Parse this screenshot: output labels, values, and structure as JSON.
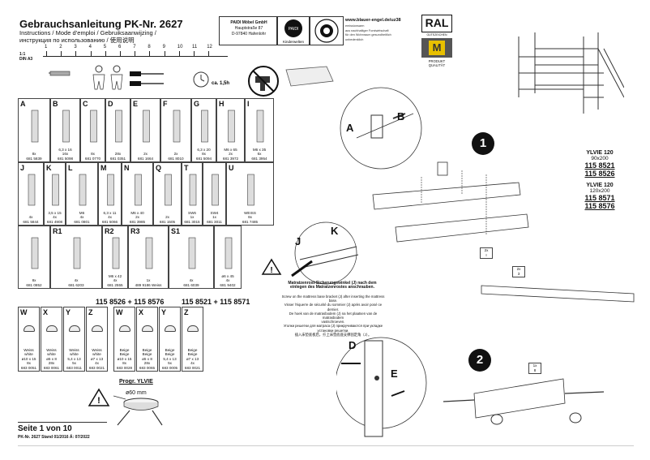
{
  "header": {
    "title": "Gebrauchsanleitung PK-Nr. 2627",
    "subtitle_lines": [
      "Instructions / Mode d’emploi / Gebruiksaanwijzing /",
      "инструкция по использованию / 使用说明"
    ],
    "company_lines": [
      "PAIDI Möbel GmbH",
      "Hauptstraße 87",
      "D-97840 Hafenlohr"
    ],
    "brand_logo": "PAIDI",
    "brand_sub": "Kinderwelten",
    "blue_angel_url": "www.blauer-engel.de/uz38",
    "blue_angel_points": [
      "emissionsarm",
      "aus nachhaltiger Forstwirtschaft",
      "für den Wohnraum gesundheitlich",
      "unbedenklich"
    ],
    "ral_label": "RAL",
    "ral_sub": "GÜTEZEICHEN",
    "ral_quality": [
      "PRODUKT",
      "QUALITÄT"
    ]
  },
  "scale": {
    "ratio": "1:1",
    "format": "DIN A3",
    "cm": [
      "1",
      "2",
      "3",
      "4",
      "5",
      "6",
      "7",
      "8",
      "9",
      "10",
      "11",
      "12"
    ]
  },
  "time_label": "ca. 1,5h",
  "parts_row1": [
    {
      "letter": "A",
      "lines": [
        "8x",
        "681 5839"
      ]
    },
    {
      "letter": "B",
      "lines": [
        "6,3 x 16",
        "16x",
        "681 5098"
      ]
    },
    {
      "letter": "C",
      "lines": [
        "8x",
        "681 0770"
      ]
    },
    {
      "letter": "D",
      "lines": [
        "28x",
        "681 0351"
      ]
    },
    {
      "letter": "E",
      "lines": [
        "2x",
        "681 1664"
      ]
    },
    {
      "letter": "F",
      "lines": [
        "2x",
        "681 8010"
      ]
    },
    {
      "letter": "G",
      "lines": [
        "6,3 x 20",
        "8x",
        "681 5094"
      ]
    },
    {
      "letter": "H",
      "lines": [
        "M6 x 65",
        "2x",
        "681 3972"
      ]
    },
    {
      "letter": "I",
      "lines": [
        "M6 x 35",
        "6x",
        "681 3954"
      ]
    }
  ],
  "parts_row2": [
    {
      "letter": "J",
      "lines": [
        "4x",
        "681 5844"
      ]
    },
    {
      "letter": "K",
      "lines": [
        "3,5 x 15",
        "4x",
        "681 4908"
      ]
    },
    {
      "letter": "L",
      "lines": [
        "M6",
        "4x",
        "681 0801"
      ]
    },
    {
      "letter": "M",
      "lines": [
        "6,3 x 11",
        "4x",
        "681 5066"
      ]
    },
    {
      "letter": "N",
      "lines": [
        "M6 x 40",
        "2x",
        "681 3985"
      ]
    },
    {
      "letter": "Q",
      "lines": [
        "2x",
        "681 1505"
      ]
    },
    {
      "letter": "T",
      "lines": [
        "SW6",
        "1x",
        "681 3015"
      ]
    },
    {
      "letter": "",
      "lines": [
        "SW4",
        "1x",
        "681 3011"
      ]
    },
    {
      "letter": "U",
      "lines": [
        "WEISS",
        "8x",
        "681 7485"
      ]
    }
  ],
  "parts_row3": [
    {
      "letter": "",
      "lines": [
        "8x",
        "681 0852"
      ]
    },
    {
      "letter": "R1",
      "lines": [
        "4x",
        "681 6203"
      ]
    },
    {
      "letter": "R2",
      "lines": [
        "M6 x 42",
        "4x",
        "681 2555"
      ]
    },
    {
      "letter": "R3",
      "lines": [
        "1x",
        "489 9186  Weiss"
      ]
    },
    {
      "letter": "S1",
      "lines": [
        "4x",
        "681 6039"
      ]
    },
    {
      "letter": "",
      "lines": [
        "ø6 x 45",
        "4x",
        "681 9402"
      ]
    }
  ],
  "codes_line": "115 8526 + 115 8576",
  "codes_line2": "115 8521 + 115 8571",
  "feet_white": [
    {
      "letter": "W",
      "lines": [
        "Weiss",
        "white",
        "ø10 x 15",
        "8x",
        "683 0051"
      ]
    },
    {
      "letter": "X",
      "lines": [
        "Weiss",
        "white",
        "ø5 x 8",
        "28x",
        "683 0061"
      ]
    },
    {
      "letter": "Y",
      "lines": [
        "Weiss",
        "white",
        "5,4 x 13",
        "5x",
        "683 0011"
      ]
    },
    {
      "letter": "Z",
      "lines": [
        "Weiss",
        "white",
        "ø7 x 13",
        "4x",
        "683 0021"
      ]
    }
  ],
  "feet_beige": [
    {
      "letter": "W",
      "lines": [
        "Beige",
        "Beige",
        "ø10 x 15",
        "8x",
        "683 0028"
      ]
    },
    {
      "letter": "X",
      "lines": [
        "Beige",
        "Beige",
        "ø5 x 8",
        "28x",
        "683 0065"
      ]
    },
    {
      "letter": "Y",
      "lines": [
        "Beige",
        "Beige",
        "5,4 x 13",
        "5x",
        "683 0005"
      ]
    },
    {
      "letter": "Z",
      "lines": [
        "Beige",
        "Beige",
        "ø7 x 13",
        "4x",
        "683 0021"
      ]
    }
  ],
  "progr_label": "Progr. YLVIE",
  "diameter_label": "ø60 mm",
  "footer": {
    "page": "Seite 1 von 10",
    "meta": "PK-Nr. 2627   Stand 01/2016   Ä: 07/2022"
  },
  "models": [
    {
      "name": "YLVIE 120",
      "size": "90x200",
      "codes": [
        "115 8521",
        "115 8526"
      ]
    },
    {
      "name": "YLVIE 120",
      "size": "120x200",
      "codes": [
        "115 8571",
        "115 8576"
      ]
    }
  ],
  "steps": [
    "1",
    "2"
  ],
  "callouts": [
    "A",
    "B",
    "J",
    "K",
    "D",
    "E"
  ],
  "tags": [
    {
      "count": "2x",
      "part": "I"
    },
    {
      "count": "2x",
      "part": "3"
    },
    {
      "count": "1x",
      "part": "8"
    }
  ],
  "warning": {
    "title": "Matratzenrost-Sicherungswinkel (J) nach dem einlegen des Matratzenrostes anschrauben.",
    "lines": [
      "Screw on the mattress base bracket (J) after inserting the mattress base.",
      "Visser l'équerre de sécurité du sommier (J) après avoir posé ce dernier.",
      "De hoek van de matrasbodem (J) na het plaatsen van de matrasbodem",
      "vastschroeven.",
      "Уголки решетки для матраса (J) прикручиваются при укладке",
      "установки решетки.",
      "插入床垫底板后，拧上床垫底座支撑固定角（J）。"
    ]
  }
}
